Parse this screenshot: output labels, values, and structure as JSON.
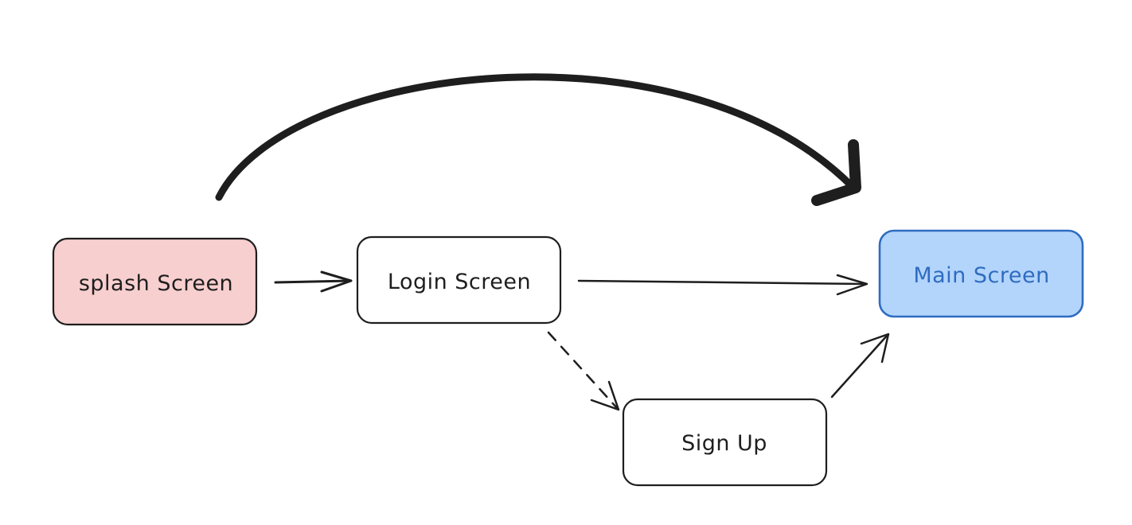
{
  "diagram": {
    "nodes": [
      {
        "id": "splash",
        "label": "splash Screen",
        "fill": "#f8cfcf",
        "stroke": "#1e1e1e",
        "text_color": "#1e1e1e"
      },
      {
        "id": "login",
        "label": "Login Screen",
        "fill": "#ffffff",
        "stroke": "#1e1e1e",
        "text_color": "#1e1e1e"
      },
      {
        "id": "main",
        "label": "Main Screen",
        "fill": "#b3d5fb",
        "stroke": "#2f6cc1",
        "text_color": "#2f6cc1"
      },
      {
        "id": "signup",
        "label": "Sign Up",
        "fill": "#ffffff",
        "stroke": "#1e1e1e",
        "text_color": "#1e1e1e"
      }
    ],
    "edges": [
      {
        "id": "splash-to-login",
        "from": "splash",
        "to": "login",
        "style": "solid"
      },
      {
        "id": "login-to-main",
        "from": "login",
        "to": "main",
        "style": "solid"
      },
      {
        "id": "login-to-signup",
        "from": "login",
        "to": "signup",
        "style": "dashed"
      },
      {
        "id": "signup-to-main",
        "from": "signup",
        "to": "main",
        "style": "solid"
      },
      {
        "id": "splash-to-main",
        "from": "splash",
        "to": "main",
        "style": "bold-curve"
      }
    ],
    "colors": {
      "ink": "#1e1e1e",
      "background": "#ffffff"
    }
  }
}
